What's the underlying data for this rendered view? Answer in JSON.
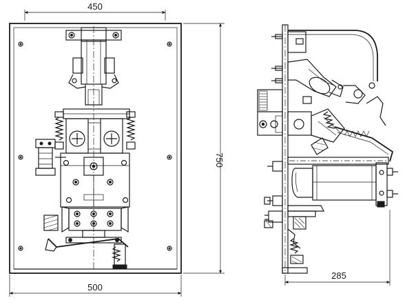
{
  "drawing": {
    "dimensions": {
      "top_width": "450",
      "bottom_width": "500",
      "height": "750",
      "depth": "285"
    }
  }
}
